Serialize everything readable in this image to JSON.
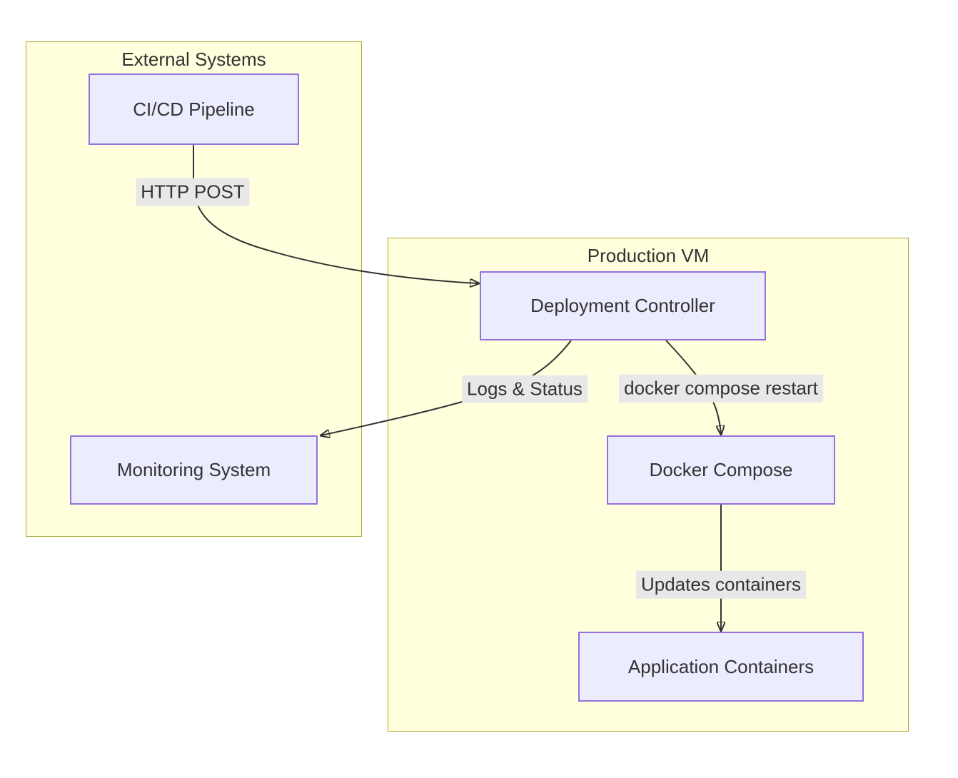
{
  "diagram": {
    "type": "flowchart",
    "clusters": [
      {
        "label": "External Systems"
      },
      {
        "label": "Production VM"
      }
    ],
    "nodes": [
      {
        "label": "CI/CD Pipeline",
        "cluster": "External Systems"
      },
      {
        "label": "Monitoring System",
        "cluster": "External Systems"
      },
      {
        "label": "Deployment Controller",
        "cluster": "Production VM"
      },
      {
        "label": "Docker Compose",
        "cluster": "Production VM"
      },
      {
        "label": "Application Containers",
        "cluster": "Production VM"
      }
    ],
    "edges": [
      {
        "from": "CI/CD Pipeline",
        "to": "Deployment Controller",
        "label": "HTTP POST"
      },
      {
        "from": "Deployment Controller",
        "to": "Monitoring System",
        "label": "Logs & Status"
      },
      {
        "from": "Deployment Controller",
        "to": "Docker Compose",
        "label": "docker compose restart"
      },
      {
        "from": "Docker Compose",
        "to": "Application Containers",
        "label": "Updates containers"
      }
    ],
    "colors": {
      "cluster_fill": "#ffffde",
      "cluster_border": "#aaaa33",
      "node_fill": "#ececff",
      "node_border": "#9370db",
      "edge": "#333333",
      "edge_label_bg": "#e8e8e8",
      "text": "#333333",
      "background": "#ffffff"
    }
  }
}
